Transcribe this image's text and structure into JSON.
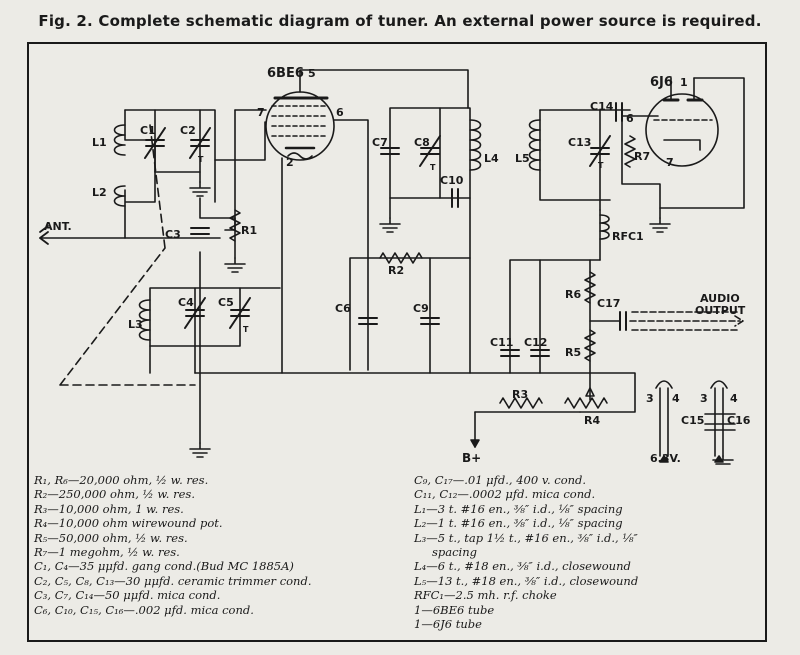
{
  "title": "Fig. 2.  Complete schematic diagram of tuner.  An external power source is required.",
  "labels": {
    "tube1": "6BE6",
    "tube2": "6J6",
    "p5": "5",
    "p7": "7",
    "p6": "6",
    "p2": "2",
    "p1": "1",
    "p6b": "6",
    "p7b": "7",
    "L1": "L1",
    "L2": "L2",
    "L3": "L3",
    "L4": "L4",
    "L5": "L5",
    "C1": "C1",
    "C2": "C2",
    "C3": "C3",
    "C4": "C4",
    "C5": "C5",
    "C6": "C6",
    "C7": "C7",
    "C8": "C8",
    "C9": "C9",
    "C10": "C10",
    "C11": "C11",
    "C12": "C12",
    "C13": "C13",
    "C14": "C14",
    "C15": "C15",
    "C16": "C16",
    "C17": "C17",
    "R1": "R1",
    "R2": "R2",
    "R3": "R3",
    "R4": "R4",
    "R5": "R5",
    "R6": "R6",
    "R7": "R7",
    "RFC1": "RFC1",
    "ant": "ANT.",
    "audio": "AUDIO",
    "output": "OUTPUT",
    "bplus": "B+",
    "v63": "6.3V.",
    "t1": "T",
    "t2": "T",
    "t3": "T",
    "t4": "T",
    "n3a": "3",
    "n4a": "4",
    "n3b": "3",
    "n4b": "4"
  },
  "parts_left": [
    "R₁, R₆—20,000 ohm, ½ w. res.",
    "R₂—250,000 ohm, ½ w. res.",
    "R₃—10,000 ohm, 1 w. res.",
    "R₄—10,000 ohm wirewound pot.",
    "R₅—50,000 ohm, ½ w. res.",
    "R₇—1 megohm, ½ w. res.",
    "C₁, C₄—35 μμfd. gang cond.(Bud MC 1885A)",
    "C₂, C₅, C₈, C₁₃—30 μμfd. ceramic trimmer cond.",
    "C₃, C₇, C₁₄—50 μμfd. mica cond.",
    "C₆, C₁₀, C₁₅, C₁₆—.002 μfd. mica cond."
  ],
  "parts_right": [
    "C₉, C₁₇—.01 μfd., 400 v. cond.",
    "C₁₁, C₁₂—.0002 μfd. mica cond.",
    "L₁—3 t. #16 en., ⅜″ i.d., ⅛″ spacing",
    "L₂—1 t. #16 en., ⅜″ i.d., ⅛″ spacing",
    "L₃—5 t., tap 1½ t., #16 en., ⅜″ i.d., ⅛″",
    "spacing",
    "L₄—6 t., #18 en., ⅜″ i.d., closewound",
    "L₅—13 t., #18 en., ⅜″ i.d., closewound",
    "RFC₁—2.5 mh. r.f. choke",
    "1—6BE6 tube",
    "1—6J6 tube"
  ]
}
